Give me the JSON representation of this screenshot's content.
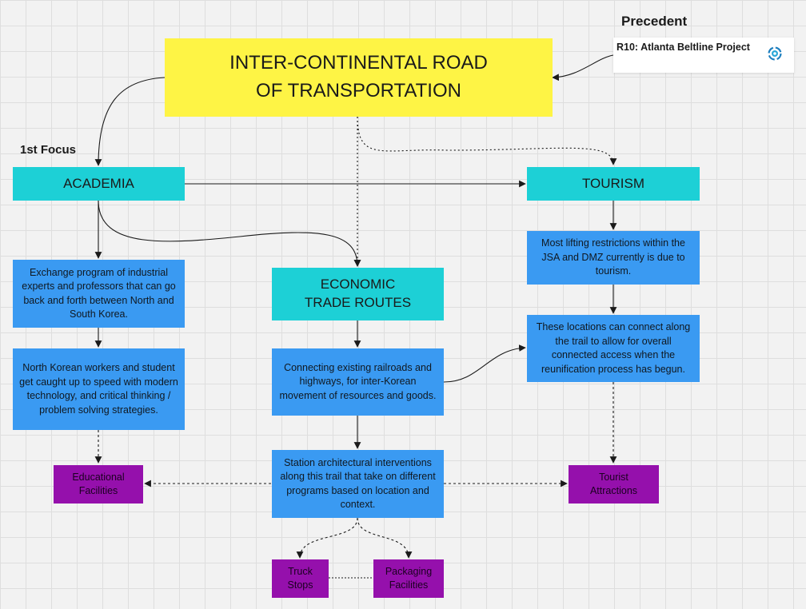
{
  "labels": {
    "precedent": "Precedent",
    "first_focus": "1st Focus"
  },
  "precedent_card": {
    "title": "R10: Atlanta Beltline Project",
    "logo_icon": "globe-sync-icon"
  },
  "nodes": {
    "main": "INTER-CONTINENTAL ROAD OF TRANSPORTATION",
    "academia": "ACADEMIA",
    "tourism": "TOURISM",
    "economic": "ECONOMIC TRADE ROUTES",
    "exchange": "Exchange program of industrial experts and professors that can go back and forth between North and South Korea.",
    "workers": "North Korean workers and student get caught up to speed with modern technology, and critical thinking / problem solving strategies.",
    "restrictions": "Most lifting restrictions within the JSA and DMZ currently is due to tourism.",
    "locations": "These locations can connect along the trail to allow for overall connected access when the reunification process has begun.",
    "railroads": "Connecting existing railroads and highways, for inter-Korean movement of resources and goods.",
    "station": "Station architectural interventions along this trail that take on different programs based on location and context.",
    "educational": "Educational Facilities",
    "tourist": "Tourist Attractions",
    "truck": "Truck Stops",
    "packaging": "Packaging Facilities"
  },
  "colors": {
    "yellow": "#fef445",
    "cyan": "#1dd0d6",
    "blue": "#3a9af2",
    "purple": "#9510ac",
    "connector": "#1a1a1a"
  }
}
